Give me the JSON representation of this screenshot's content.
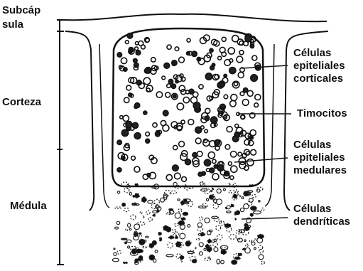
{
  "left_labels": {
    "capsule_line1": "Subcáp",
    "capsule_line2": "sula",
    "cortex": "Corteza",
    "medulla": "Médula"
  },
  "right_labels": {
    "cortical_epithelial": [
      "Células",
      "epiteliales",
      "corticales"
    ],
    "thymocytes": "Timocitos",
    "medullary_epithelial": [
      "Células",
      "epiteliales",
      "medulares"
    ],
    "dendritic": [
      "Células",
      "dendríticas"
    ]
  }
}
